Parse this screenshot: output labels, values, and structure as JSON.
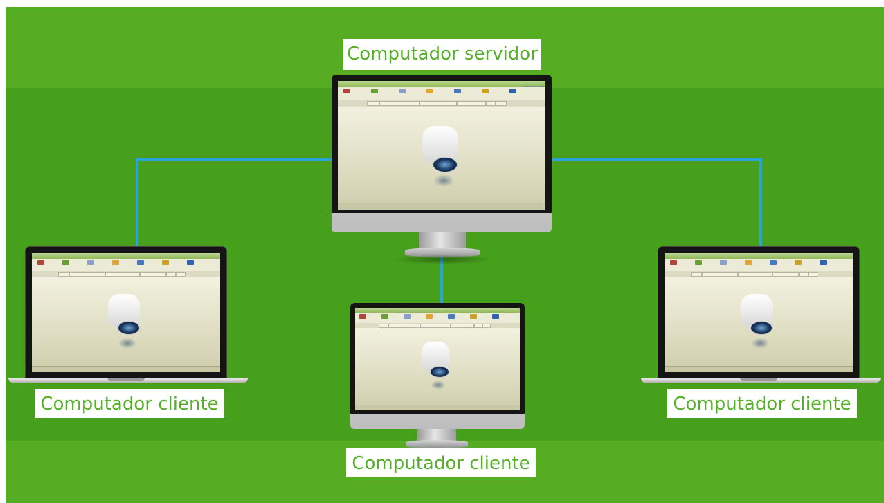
{
  "diagram": {
    "server_label": "Computador servidor",
    "clients": [
      {
        "label": "Computador cliente"
      },
      {
        "label": "Computador cliente"
      },
      {
        "label": "Computador cliente"
      }
    ]
  },
  "colors": {
    "background_light": "#56ac22",
    "background_dark": "#47a01c",
    "connection": "#2aa3d6",
    "label_text": "#55b028"
  },
  "icons": [
    "desktop-monitor-icon",
    "laptop-icon",
    "access-control-device-icon"
  ]
}
